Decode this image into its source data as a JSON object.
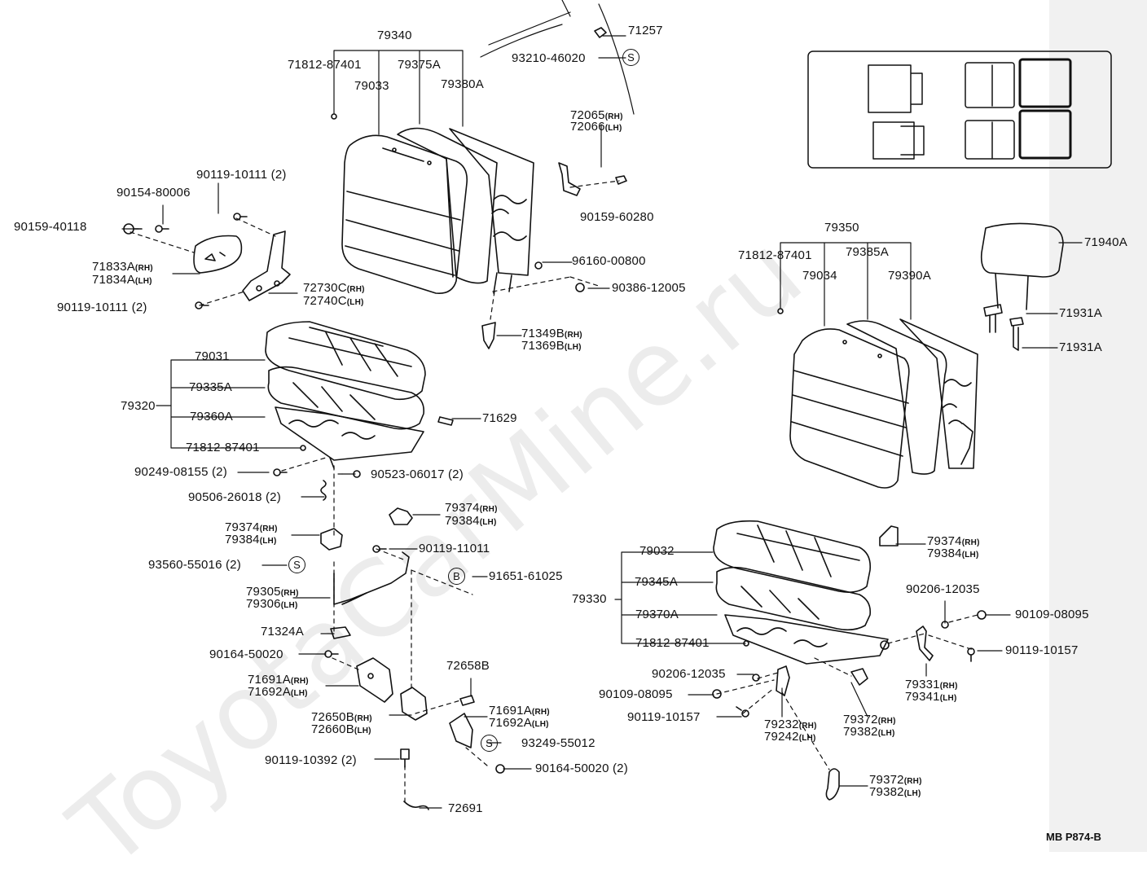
{
  "watermark": "ToyotaCarMine.ru",
  "diagram_code": "MB P874-B",
  "symbols": {
    "s": "S",
    "b": "B"
  },
  "labels": [
    {
      "name": "79340",
      "text": "79340"
    },
    {
      "name": "71812-87401-a",
      "text": "71812-87401"
    },
    {
      "name": "79375A",
      "text": "79375A"
    },
    {
      "name": "79033",
      "text": "79033"
    },
    {
      "name": "79380A",
      "text": "79380A"
    },
    {
      "name": "71257",
      "text": "71257"
    },
    {
      "name": "93210-46020",
      "text": "93210-46020"
    },
    {
      "name": "72065",
      "text": "72065",
      "suffix": "(RH)"
    },
    {
      "name": "72066",
      "text": "72066",
      "suffix": "(LH)"
    },
    {
      "name": "90159-60280",
      "text": "90159-60280"
    },
    {
      "name": "90119-10111-top",
      "text": "90119-10111 (2)"
    },
    {
      "name": "90154-80006",
      "text": "90154-80006"
    },
    {
      "name": "90159-40118",
      "text": "90159-40118"
    },
    {
      "name": "71833A",
      "text": "71833A",
      "suffix": "(RH)"
    },
    {
      "name": "71834A",
      "text": "71834A",
      "suffix": "(LH)"
    },
    {
      "name": "72730C",
      "text": "72730C",
      "suffix": "(RH)"
    },
    {
      "name": "72740C",
      "text": "72740C",
      "suffix": "(LH)"
    },
    {
      "name": "90119-10111-bottom",
      "text": "90119-10111 (2)"
    },
    {
      "name": "96160-00800",
      "text": "96160-00800"
    },
    {
      "name": "90386-12005",
      "text": "90386-12005"
    },
    {
      "name": "71349B",
      "text": "71349B",
      "suffix": "(RH)"
    },
    {
      "name": "71369B",
      "text": "71369B",
      "suffix": "(LH)"
    },
    {
      "name": "79031",
      "text": "79031"
    },
    {
      "name": "79335A",
      "text": "79335A"
    },
    {
      "name": "79320",
      "text": "79320"
    },
    {
      "name": "79360A",
      "text": "79360A"
    },
    {
      "name": "71629",
      "text": "71629"
    },
    {
      "name": "71812-87401-b",
      "text": "71812-87401"
    },
    {
      "name": "90249-08155",
      "text": "90249-08155 (2)"
    },
    {
      "name": "90523-06017",
      "text": "90523-06017 (2)"
    },
    {
      "name": "90506-26018",
      "text": "90506-26018 (2)"
    },
    {
      "name": "79374-upper",
      "text": "79374",
      "suffix": "(RH)"
    },
    {
      "name": "79384-upper",
      "text": "79384",
      "suffix": "(LH)"
    },
    {
      "name": "79374-left",
      "text": "79374",
      "suffix": "(RH)"
    },
    {
      "name": "79384-left",
      "text": "79384",
      "suffix": "(LH)"
    },
    {
      "name": "90119-11011",
      "text": "90119-11011"
    },
    {
      "name": "93560-55016",
      "text": "93560-55016 (2)"
    },
    {
      "name": "91651-61025",
      "text": "91651-61025"
    },
    {
      "name": "79305",
      "text": "79305",
      "suffix": "(RH)"
    },
    {
      "name": "79306",
      "text": "79306",
      "suffix": "(LH)"
    },
    {
      "name": "71324A",
      "text": "71324A"
    },
    {
      "name": "90164-50020-a",
      "text": "90164-50020"
    },
    {
      "name": "71691A-left",
      "text": "71691A",
      "suffix": "(RH)"
    },
    {
      "name": "71692A-left",
      "text": "71692A",
      "suffix": "(LH)"
    },
    {
      "name": "72658B",
      "text": "72658B"
    },
    {
      "name": "71691A-right",
      "text": "71691A",
      "suffix": "(RH)"
    },
    {
      "name": "71692A-right",
      "text": "71692A",
      "suffix": "(LH)"
    },
    {
      "name": "72650B",
      "text": "72650B",
      "suffix": "(RH)"
    },
    {
      "name": "72660B",
      "text": "72660B",
      "suffix": "(LH)"
    },
    {
      "name": "93249-55012",
      "text": "93249-55012"
    },
    {
      "name": "90119-10392",
      "text": "90119-10392 (2)"
    },
    {
      "name": "90164-50020-b",
      "text": "90164-50020 (2)"
    },
    {
      "name": "72691",
      "text": "72691"
    },
    {
      "name": "79350",
      "text": "79350"
    },
    {
      "name": "71812-87401-c",
      "text": "71812-87401"
    },
    {
      "name": "79385A",
      "text": "79385A"
    },
    {
      "name": "79034",
      "text": "79034"
    },
    {
      "name": "79390A",
      "text": "79390A"
    },
    {
      "name": "71940A",
      "text": "71940A"
    },
    {
      "name": "71931A-a",
      "text": "71931A"
    },
    {
      "name": "71931A-b",
      "text": "71931A"
    },
    {
      "name": "79032",
      "text": "79032"
    },
    {
      "name": "79374-right",
      "text": "79374",
      "suffix": "(RH)"
    },
    {
      "name": "79384-right",
      "text": "79384",
      "suffix": "(LH)"
    },
    {
      "name": "79345A",
      "text": "79345A"
    },
    {
      "name": "79330",
      "text": "79330"
    },
    {
      "name": "79370A",
      "text": "79370A"
    },
    {
      "name": "90206-12035-a",
      "text": "90206-12035"
    },
    {
      "name": "90109-08095-a",
      "text": "90109-08095"
    },
    {
      "name": "71812-87401-d",
      "text": "71812-87401"
    },
    {
      "name": "90119-10157-a",
      "text": "90119-10157"
    },
    {
      "name": "90206-12035-b",
      "text": "90206-12035"
    },
    {
      "name": "79331",
      "text": "79331",
      "suffix": "(RH)"
    },
    {
      "name": "79341",
      "text": "79341",
      "suffix": "(LH)"
    },
    {
      "name": "90109-08095-b",
      "text": "90109-08095"
    },
    {
      "name": "90119-10157-b",
      "text": "90119-10157"
    },
    {
      "name": "79372-a",
      "text": "79372",
      "suffix": "(RH)"
    },
    {
      "name": "79382-a",
      "text": "79382",
      "suffix": "(LH)"
    },
    {
      "name": "79232",
      "text": "79232",
      "suffix": "(RH)"
    },
    {
      "name": "79242",
      "text": "79242",
      "suffix": "(LH)"
    },
    {
      "name": "79372-b",
      "text": "79372",
      "suffix": "(RH)"
    },
    {
      "name": "79382-b",
      "text": "79382",
      "suffix": "(LH)"
    }
  ]
}
